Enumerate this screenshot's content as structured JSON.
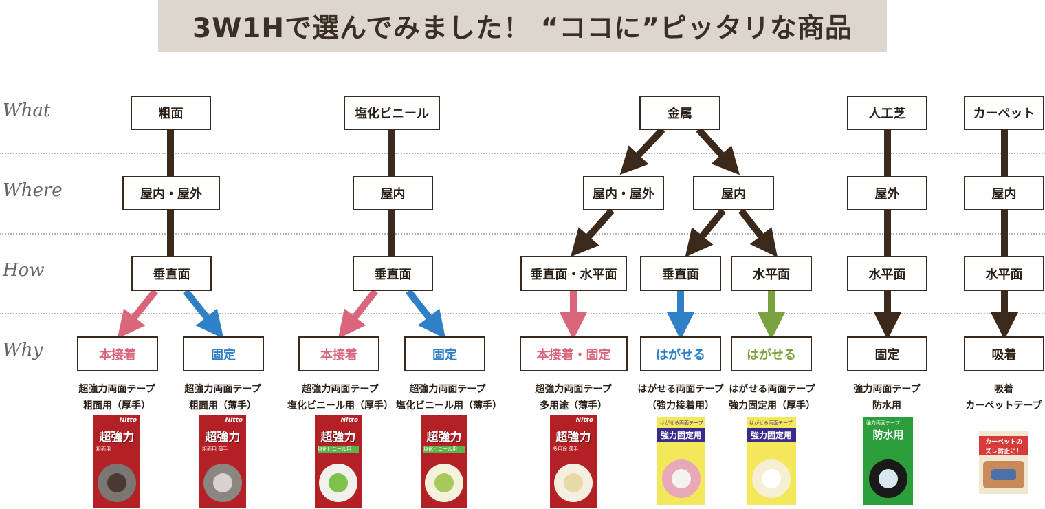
{
  "banner": {
    "title": "3W1Hで選んでみました！ “ココに”ピッタリな商品"
  },
  "rows": {
    "what": "What",
    "where": "Where",
    "how": "How",
    "why": "Why"
  },
  "what": {
    "rough": "粗面",
    "vinyl": "塩化ビニール",
    "metal": "金属",
    "turf": "人工芝",
    "carpet": "カーペット"
  },
  "where": {
    "rough": "屋内・屋外",
    "vinyl": "屋内",
    "metal_both": "屋内・屋外",
    "metal_in": "屋内",
    "turf": "屋外",
    "carpet": "屋内"
  },
  "how": {
    "rough": "垂直面",
    "vinyl": "垂直面",
    "metal_both": "垂直面・水平面",
    "metal_vert": "垂直面",
    "metal_horiz": "水平面",
    "turf": "水平面",
    "carpet": "水平面"
  },
  "why": {
    "rough_bond": "本接着",
    "rough_fix": "固定",
    "vinyl_bond": "本接着",
    "vinyl_fix": "固定",
    "metal_bondfix": "本接着・固定",
    "metal_peel1": "はがせる",
    "metal_peel2": "はがせる",
    "turf": "固定",
    "carpet": "吸着"
  },
  "colors": {
    "brown": "#3b2a1c",
    "pink": "#d9667a",
    "blue": "#2f80c7",
    "green": "#7aa23f",
    "banner": "#dcd6cc"
  },
  "products": [
    {
      "line1": "超強力両面テープ",
      "line2": "粗面用（厚手）",
      "pkg_title": "超強力",
      "pkg_sub": "粗面用",
      "logo": "Nitto"
    },
    {
      "line1": "超強力両面テープ",
      "line2": "粗面用（薄手）",
      "pkg_title": "超強力",
      "pkg_sub": "粗面用 薄手",
      "logo": "Nitto"
    },
    {
      "line1": "超強力両面テープ",
      "line2": "塩化ビニール用（厚手）",
      "pkg_title": "超強力",
      "pkg_sub": "塩化ビニール用",
      "logo": "Nitto"
    },
    {
      "line1": "超強力両面テープ",
      "line2": "塩化ビニール用（薄手）",
      "pkg_title": "超強力",
      "pkg_sub": "塩化ビニール用",
      "logo": "Nitto"
    },
    {
      "line1": "超強力両面テープ",
      "line2": "多用途（薄手）",
      "pkg_title": "超強力",
      "pkg_sub": "多用途 薄手",
      "logo": "Nitto"
    },
    {
      "line1": "はがせる両面テープ",
      "line2": "（強力接着用）",
      "pkg_title": "強力固定用",
      "pkg_sub": "はがせる両面テープ",
      "logo": ""
    },
    {
      "line1": "はがせる両面テープ",
      "line2": "強力固定用（厚手）",
      "pkg_title": "強力固定用",
      "pkg_sub": "はがせる両面テープ",
      "logo": ""
    },
    {
      "line1": "強力両面テープ",
      "line2": "防水用",
      "pkg_title": "防水用",
      "pkg_sub": "強力両面テープ",
      "logo": ""
    },
    {
      "line1": "吸着",
      "line2": "カーペットテープ",
      "pkg_title": "カーペットの",
      "pkg_sub": "ズレ防止に！",
      "logo": ""
    }
  ]
}
